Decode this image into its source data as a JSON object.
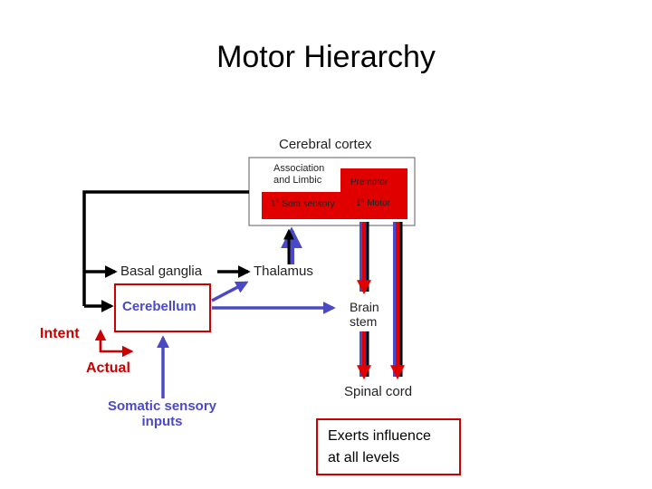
{
  "title": "Motor Hierarchy",
  "nodes": {
    "cerebral_cortex": "Cerebral cortex",
    "association_limbic": [
      "Association",
      "and Limbic"
    ],
    "premotor": "Premotor",
    "som_sensory": "1° Som sensory",
    "motor": "1° Motor",
    "basal_ganglia": "Basal ganglia",
    "thalamus": "Thalamus",
    "cerebellum": "Cerebellum",
    "brain_stem": [
      "Brain",
      "stem"
    ],
    "spinal_cord": "Spinal cord",
    "somatic_inputs": [
      "Somatic sensory",
      "inputs"
    ]
  },
  "legend": {
    "intent": "Intent",
    "actual": "Actual"
  },
  "note": [
    "Exerts influence",
    "at all levels"
  ],
  "colors": {
    "red": "#e00000",
    "blue": "#4a4ac8",
    "black": "#000000",
    "legend_red": "#cc0000"
  }
}
